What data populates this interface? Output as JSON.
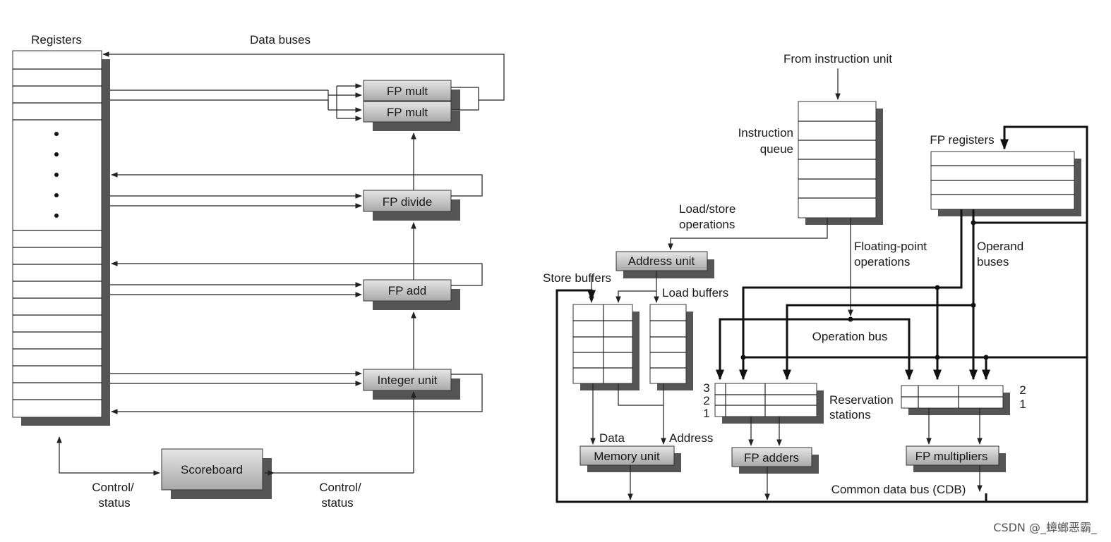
{
  "left": {
    "registers_label": "Registers",
    "data_buses_label": "Data buses",
    "fp_mult_1": "FP mult",
    "fp_mult_2": "FP mult",
    "fp_divide": "FP divide",
    "fp_add": "FP add",
    "integer_unit": "Integer unit",
    "scoreboard": "Scoreboard",
    "control_status_left_1": "Control/",
    "control_status_left_2": "status",
    "control_status_right_1": "Control/",
    "control_status_right_2": "status"
  },
  "right": {
    "from_instruction_unit": "From instruction unit",
    "instruction_queue_1": "Instruction",
    "instruction_queue_2": "queue",
    "fp_registers": "FP registers",
    "load_store_1": "Load/store",
    "load_store_2": "operations",
    "floating_point_1": "Floating-point",
    "floating_point_2": "operations",
    "operand_buses_1": "Operand",
    "operand_buses_2": "buses",
    "address_unit": "Address unit",
    "store_buffers": "Store buffers",
    "load_buffers": "Load buffers",
    "operation_bus": "Operation bus",
    "rs_left_3": "3",
    "rs_left_2": "2",
    "rs_left_1": "1",
    "reservation_stations_1": "Reservation",
    "reservation_stations_2": "stations",
    "rs_right_2": "2",
    "rs_right_1": "1",
    "data_label": "Data",
    "address_label": "Address",
    "memory_unit": "Memory unit",
    "fp_adders": "FP adders",
    "fp_multipliers": "FP multipliers",
    "cdb": "Common data bus (CDB)"
  },
  "watermark": "CSDN @_蟑螂恶霸_"
}
